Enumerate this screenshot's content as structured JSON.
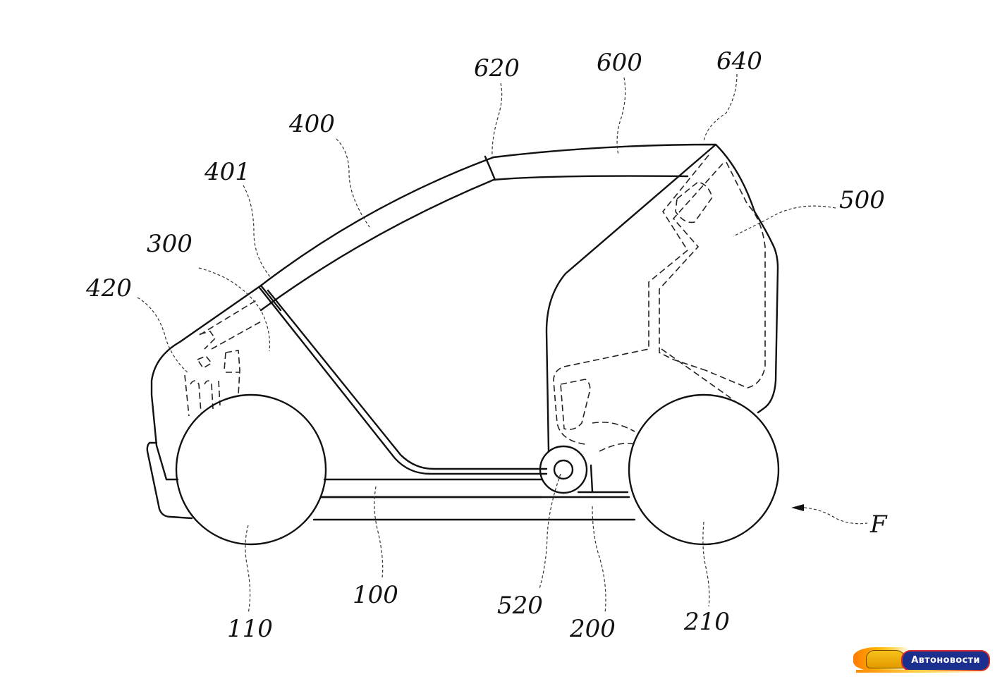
{
  "figure": {
    "type": "patent-drawing",
    "subject": "vehicle side view",
    "reference_numerals": [
      {
        "id": "100",
        "label": "100"
      },
      {
        "id": "110",
        "label": "110"
      },
      {
        "id": "200",
        "label": "200"
      },
      {
        "id": "210",
        "label": "210"
      },
      {
        "id": "300",
        "label": "300"
      },
      {
        "id": "400",
        "label": "400"
      },
      {
        "id": "401",
        "label": "401"
      },
      {
        "id": "420",
        "label": "420"
      },
      {
        "id": "500",
        "label": "500"
      },
      {
        "id": "520",
        "label": "520"
      },
      {
        "id": "600",
        "label": "600"
      },
      {
        "id": "620",
        "label": "620"
      },
      {
        "id": "640",
        "label": "640"
      }
    ],
    "direction_indicator": {
      "label": "F",
      "arrow": "left-arrow"
    }
  },
  "watermark": {
    "text": "Автоновости",
    "icon": "sports-car-icon",
    "colors": {
      "badge": "#1b2f8f",
      "border": "#d12a2a",
      "flame": "#ff9a00"
    }
  }
}
